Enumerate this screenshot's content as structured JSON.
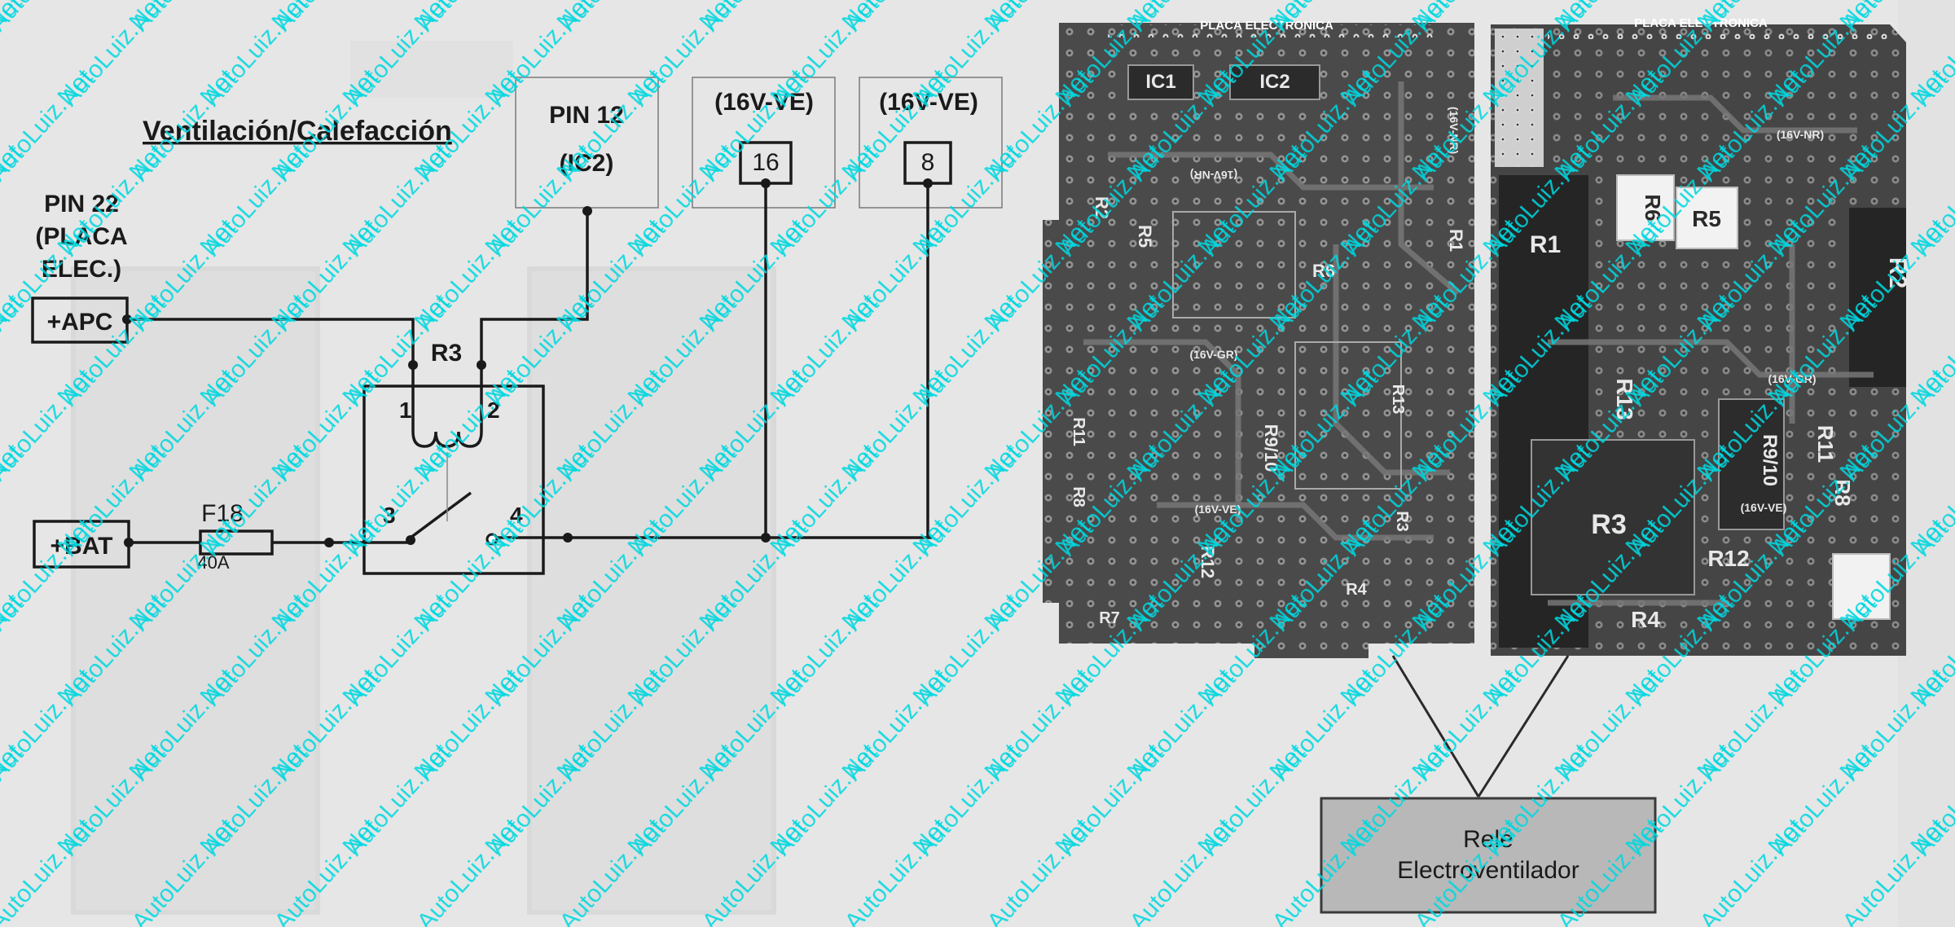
{
  "schematic": {
    "title": "Ventilación/Calefacción",
    "pin22_lines": [
      "PIN 22",
      "(PLACA",
      "ELEC.)"
    ],
    "apc_label": "+APC",
    "bat_label": "+BAT",
    "fuse_label": "F18",
    "fuse_rating": "40A",
    "relay_label": "R3",
    "relay_terminals": [
      "1",
      "2",
      "3",
      "4"
    ],
    "pin12_lines": [
      "PIN 12",
      "(IC2)"
    ],
    "conn16_header": "(16V-VE)",
    "conn16_pin": "16",
    "conn8_header": "(16V-VE)",
    "conn8_pin": "8"
  },
  "board_left": {
    "title": "PLACA ELECTRONICA",
    "ic_labels": [
      "IC1",
      "IC2"
    ],
    "connector_labels": [
      "(16V-NR)",
      "(16V-NR)",
      "(16V-GR)",
      "(16V-VE)"
    ],
    "relay_labels": [
      "R1",
      "R2",
      "R3",
      "R4",
      "R5",
      "R6",
      "R7",
      "R8",
      "R9/10",
      "R11",
      "R12",
      "R13"
    ]
  },
  "board_right": {
    "title": "PLACA ELECTRONICA",
    "connector_labels": [
      "(16V-NR)",
      "(16V-GR)",
      "(16V-VE)"
    ],
    "relay_labels": [
      "R1",
      "R2",
      "R3",
      "R4",
      "R5",
      "R6",
      "R8",
      "R9/10",
      "R11",
      "R12",
      "R13"
    ]
  },
  "callout": {
    "lines": [
      "Relé",
      "Electroventilador"
    ]
  },
  "watermark": "AutoLuiz.Net",
  "colors": {
    "page": "#e6e6e6",
    "ink": "#1a1a1a",
    "board": "#4a4a4a",
    "callout_fill": "#b8b8b8",
    "watermark": "#00d8e0"
  }
}
